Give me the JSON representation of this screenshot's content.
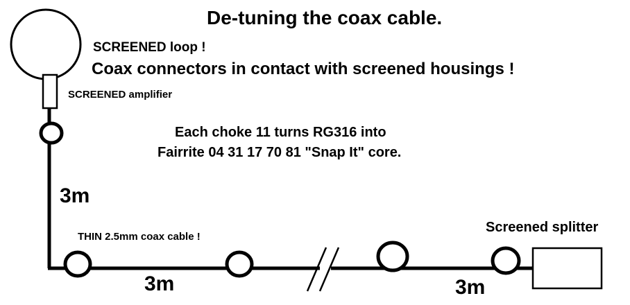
{
  "title": "De-tuning the coax cable.",
  "notes": {
    "screened_loop": "SCREENED loop !",
    "connectors": "Coax connectors in contact with screened housings !",
    "screened_amplifier": "SCREENED amplifier",
    "choke_line1": "Each choke 11 turns RG316 into",
    "choke_line2": "Fairrite 04 31 17 70 81 \"Snap It\" core.",
    "thin_cable": "THIN 2.5mm coax cable !",
    "splitter": "Screened splitter"
  },
  "lengths": {
    "vertical": "3m",
    "bottom_left": "3m",
    "bottom_right": "3m"
  },
  "colors": {
    "ink": "#000000",
    "paper": "#ffffff"
  }
}
